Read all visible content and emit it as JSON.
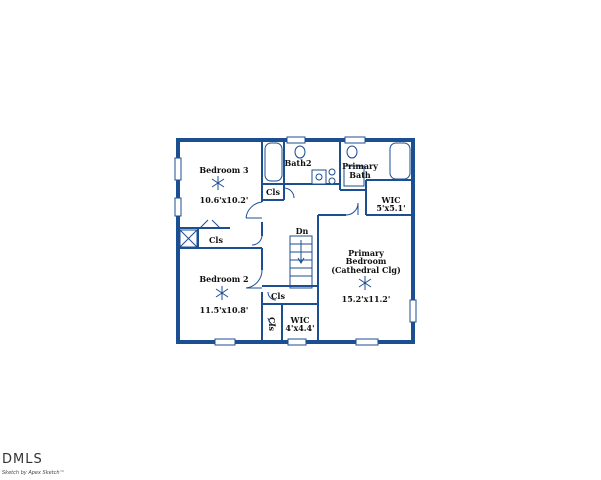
{
  "rooms": {
    "bedroom3": {
      "name": "Bedroom 3",
      "size": "10.6'x10.2'"
    },
    "bedroom2": {
      "name": "Bedroom 2",
      "size": "11.5'x10.8'"
    },
    "bath2": {
      "name": "Bath2"
    },
    "primary_bath": {
      "line1": "Primary",
      "line2": "Bath"
    },
    "wic_top": {
      "name": "WIC",
      "size": "5'x5.1'"
    },
    "wic_bottom": {
      "name": "WIC",
      "size": "4'x4.4'"
    },
    "primary_bedroom": {
      "line1": "Primary",
      "line2": "Bedroom",
      "line3": "(Cathedral Clg)",
      "size": "15.2'x11.2'"
    }
  },
  "closets": {
    "cls_bath": "Cls",
    "cls_bed3": "Cls",
    "cls_hall": "Cls",
    "cls_bed2": "Cls"
  },
  "stairs": {
    "label": "Dn"
  },
  "footer": {
    "logo": "DMLS",
    "credit": "Sketch by Apex Sketch™"
  },
  "colors": {
    "wall": "#1c4e92",
    "background": "#ffffff"
  }
}
